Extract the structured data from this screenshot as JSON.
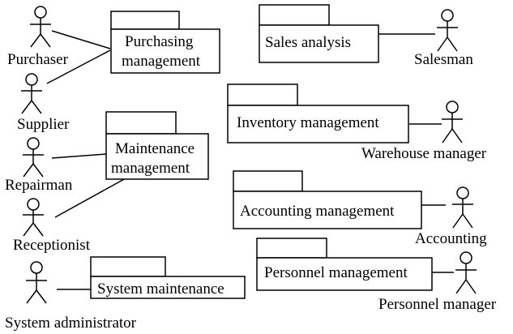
{
  "packages": {
    "purchasing": {
      "line1": "Purchasing",
      "line2": "management"
    },
    "sales": {
      "label": "Sales analysis"
    },
    "inventory": {
      "label": "Inventory management"
    },
    "maintenance": {
      "line1": "Maintenance",
      "line2": "management"
    },
    "accounting": {
      "label": "Accounting management"
    },
    "personnel": {
      "label": "Personnel management"
    },
    "system": {
      "label": "System maintenance"
    }
  },
  "actors": {
    "purchaser": "Purchaser",
    "supplier": "Supplier",
    "repairman": "Repairman",
    "receptionist": "Receptionist",
    "system_administrator": "System administrator",
    "salesman": "Salesman",
    "warehouse_manager": "Warehouse manager",
    "accounting": "Accounting",
    "personnel_manager": "Personnel manager"
  }
}
